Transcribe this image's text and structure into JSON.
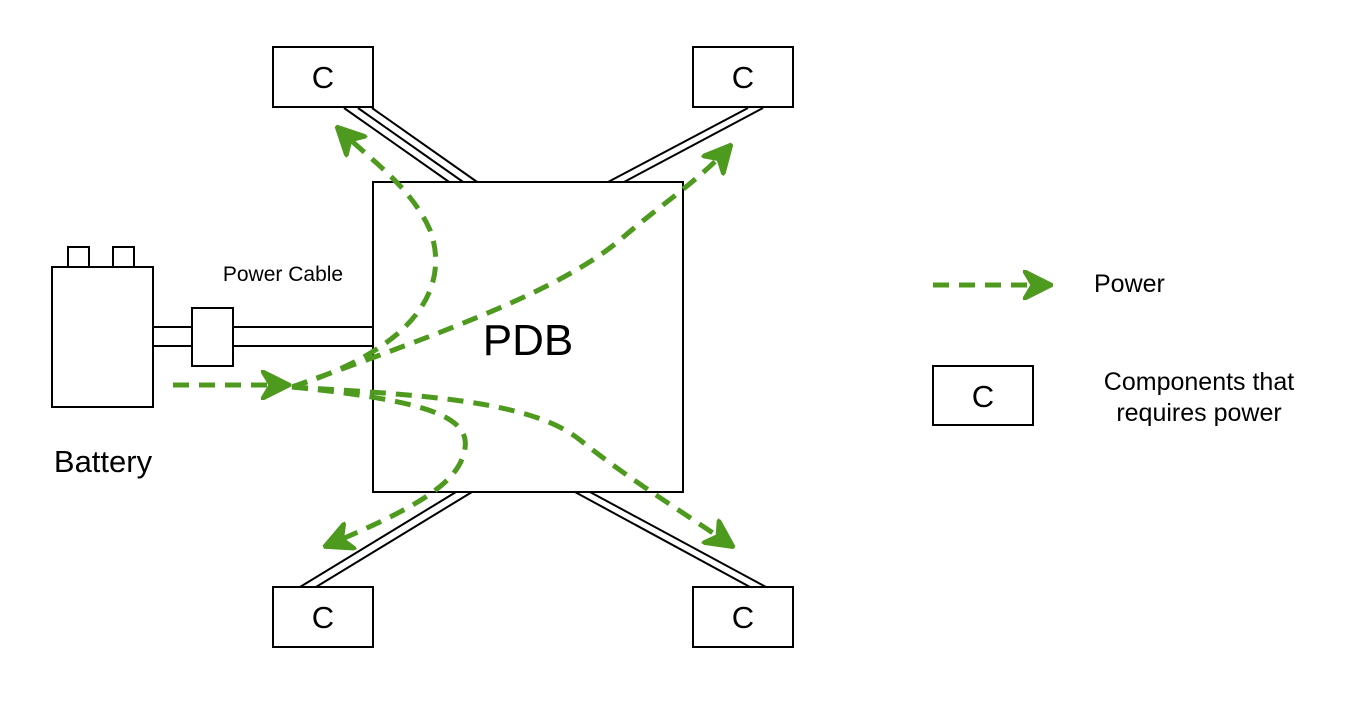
{
  "colors": {
    "power": "#4d9a1e",
    "stroke": "#000000",
    "background": "#ffffff"
  },
  "diagram": {
    "pdb_label": "PDB",
    "battery_label": "Battery",
    "power_cable_label": "Power Cable",
    "component_label": "C",
    "components": [
      {
        "id": "top-left",
        "label": "C"
      },
      {
        "id": "top-right",
        "label": "C"
      },
      {
        "id": "bottom-left",
        "label": "C"
      },
      {
        "id": "bottom-right",
        "label": "C"
      }
    ]
  },
  "legend": {
    "power_label": "Power",
    "component_symbol": "C",
    "component_line1": "Components that",
    "component_line2": "requires power"
  }
}
